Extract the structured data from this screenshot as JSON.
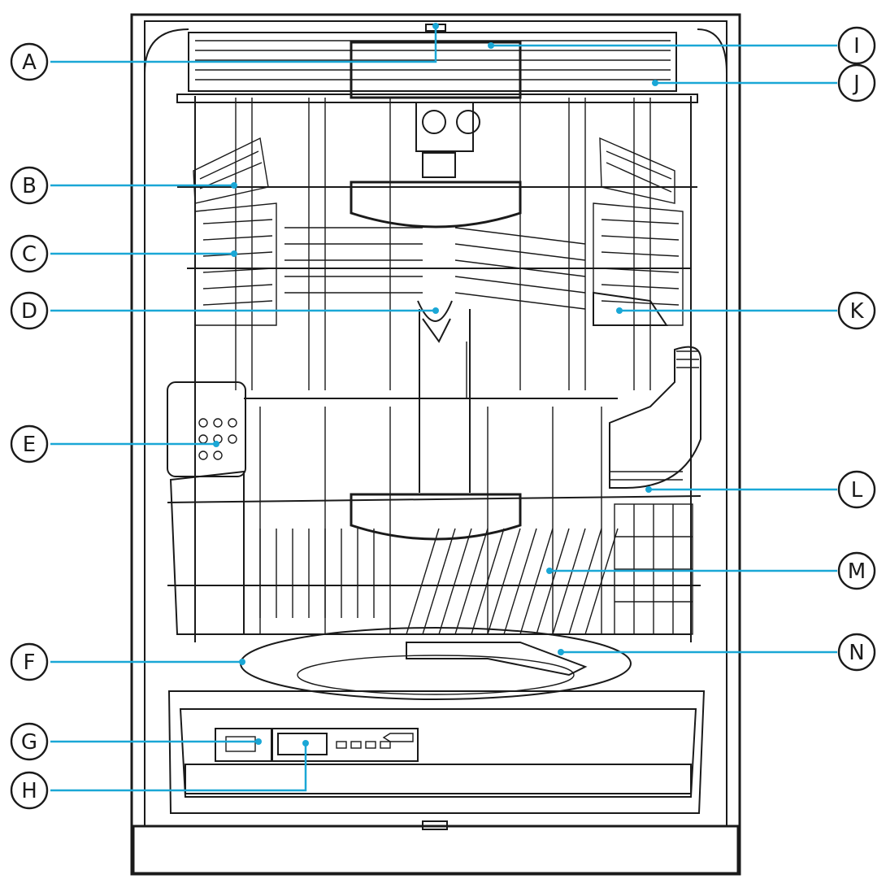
{
  "colors": {
    "callout": "#1aa7d6",
    "outline": "#1a1a1a",
    "background": "#ffffff"
  },
  "callouts": [
    {
      "id": "A",
      "label": "A"
    },
    {
      "id": "B",
      "label": "B"
    },
    {
      "id": "C",
      "label": "C"
    },
    {
      "id": "D",
      "label": "D"
    },
    {
      "id": "E",
      "label": "E"
    },
    {
      "id": "F",
      "label": "F"
    },
    {
      "id": "G",
      "label": "G"
    },
    {
      "id": "H",
      "label": "H"
    },
    {
      "id": "I",
      "label": "I"
    },
    {
      "id": "J",
      "label": "J"
    },
    {
      "id": "K",
      "label": "K"
    },
    {
      "id": "L",
      "label": "L"
    },
    {
      "id": "M",
      "label": "M"
    },
    {
      "id": "N",
      "label": "N"
    }
  ]
}
